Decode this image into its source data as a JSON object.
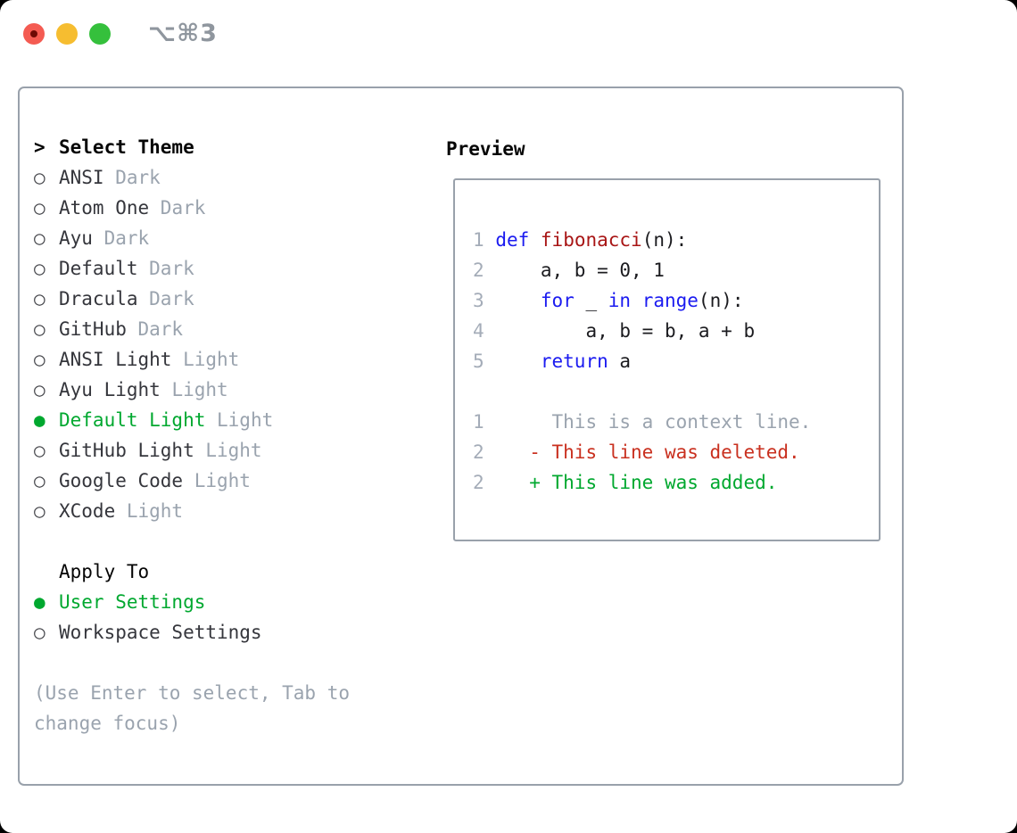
{
  "titlebar": {
    "title": "⌥⌘3",
    "buttons": [
      "close",
      "minimize",
      "zoom"
    ]
  },
  "picker": {
    "prompt": ">",
    "header": "Select Theme",
    "radio_empty": "○",
    "radio_filled": "●",
    "themes": [
      {
        "name": "ANSI",
        "tag": "Dark",
        "selected": false
      },
      {
        "name": "Atom One",
        "tag": "Dark",
        "selected": false
      },
      {
        "name": "Ayu",
        "tag": "Dark",
        "selected": false
      },
      {
        "name": "Default",
        "tag": "Dark",
        "selected": false
      },
      {
        "name": "Dracula",
        "tag": "Dark",
        "selected": false
      },
      {
        "name": "GitHub",
        "tag": "Dark",
        "selected": false
      },
      {
        "name": "ANSI Light",
        "tag": "Light",
        "selected": false
      },
      {
        "name": "Ayu Light",
        "tag": "Light",
        "selected": false
      },
      {
        "name": "Default Light",
        "tag": "Light",
        "selected": true
      },
      {
        "name": "GitHub Light",
        "tag": "Light",
        "selected": false
      },
      {
        "name": "Google Code",
        "tag": "Light",
        "selected": false
      },
      {
        "name": "XCode",
        "tag": "Light",
        "selected": false
      }
    ],
    "apply_to": {
      "header": "Apply To",
      "options": [
        {
          "name": "User Settings",
          "selected": true
        },
        {
          "name": "Workspace Settings",
          "selected": false
        }
      ]
    },
    "hint": "(Use Enter to select, Tab to change focus)"
  },
  "preview": {
    "title": "Preview",
    "lines": [
      [
        {
          "t": "1",
          "c": "num"
        },
        {
          "t": " ",
          "c": "plain"
        },
        {
          "t": "def",
          "c": "kw"
        },
        {
          "t": " ",
          "c": "plain"
        },
        {
          "t": "fibonacci",
          "c": "fn"
        },
        {
          "t": "(n):",
          "c": "plain"
        }
      ],
      [
        {
          "t": "2",
          "c": "num"
        },
        {
          "t": "     a, b = 0, 1",
          "c": "plain"
        }
      ],
      [
        {
          "t": "3",
          "c": "num"
        },
        {
          "t": "     ",
          "c": "plain"
        },
        {
          "t": "for",
          "c": "kw"
        },
        {
          "t": " _ ",
          "c": "plain"
        },
        {
          "t": "in",
          "c": "kw"
        },
        {
          "t": " ",
          "c": "plain"
        },
        {
          "t": "range",
          "c": "kw"
        },
        {
          "t": "(n):",
          "c": "plain"
        }
      ],
      [
        {
          "t": "4",
          "c": "num"
        },
        {
          "t": "         a, b = b, a + b",
          "c": "plain"
        }
      ],
      [
        {
          "t": "5",
          "c": "num"
        },
        {
          "t": "     ",
          "c": "plain"
        },
        {
          "t": "return",
          "c": "kw"
        },
        {
          "t": " a",
          "c": "plain"
        }
      ],
      [],
      [
        {
          "t": "1",
          "c": "num"
        },
        {
          "t": "      This is a context line.",
          "c": "ctx"
        }
      ],
      [
        {
          "t": "2",
          "c": "num"
        },
        {
          "t": "    - This line was deleted.",
          "c": "del"
        }
      ],
      [
        {
          "t": "2",
          "c": "num"
        },
        {
          "t": "    + This line was added.",
          "c": "add"
        }
      ]
    ]
  },
  "colors": {
    "keyword_blue": "#1b1bf0",
    "function_red": "#a81515",
    "deleted_red": "#c9301f",
    "added_green": "#00a82f",
    "selected_green": "#00a82f",
    "muted_gray": "#9aa3ae",
    "line_number_gray": "#a4acb8",
    "traffic_red": "#f45b52",
    "traffic_yellow": "#f6bd30",
    "traffic_green": "#35c03c",
    "border_gray": "#99a1ab"
  }
}
